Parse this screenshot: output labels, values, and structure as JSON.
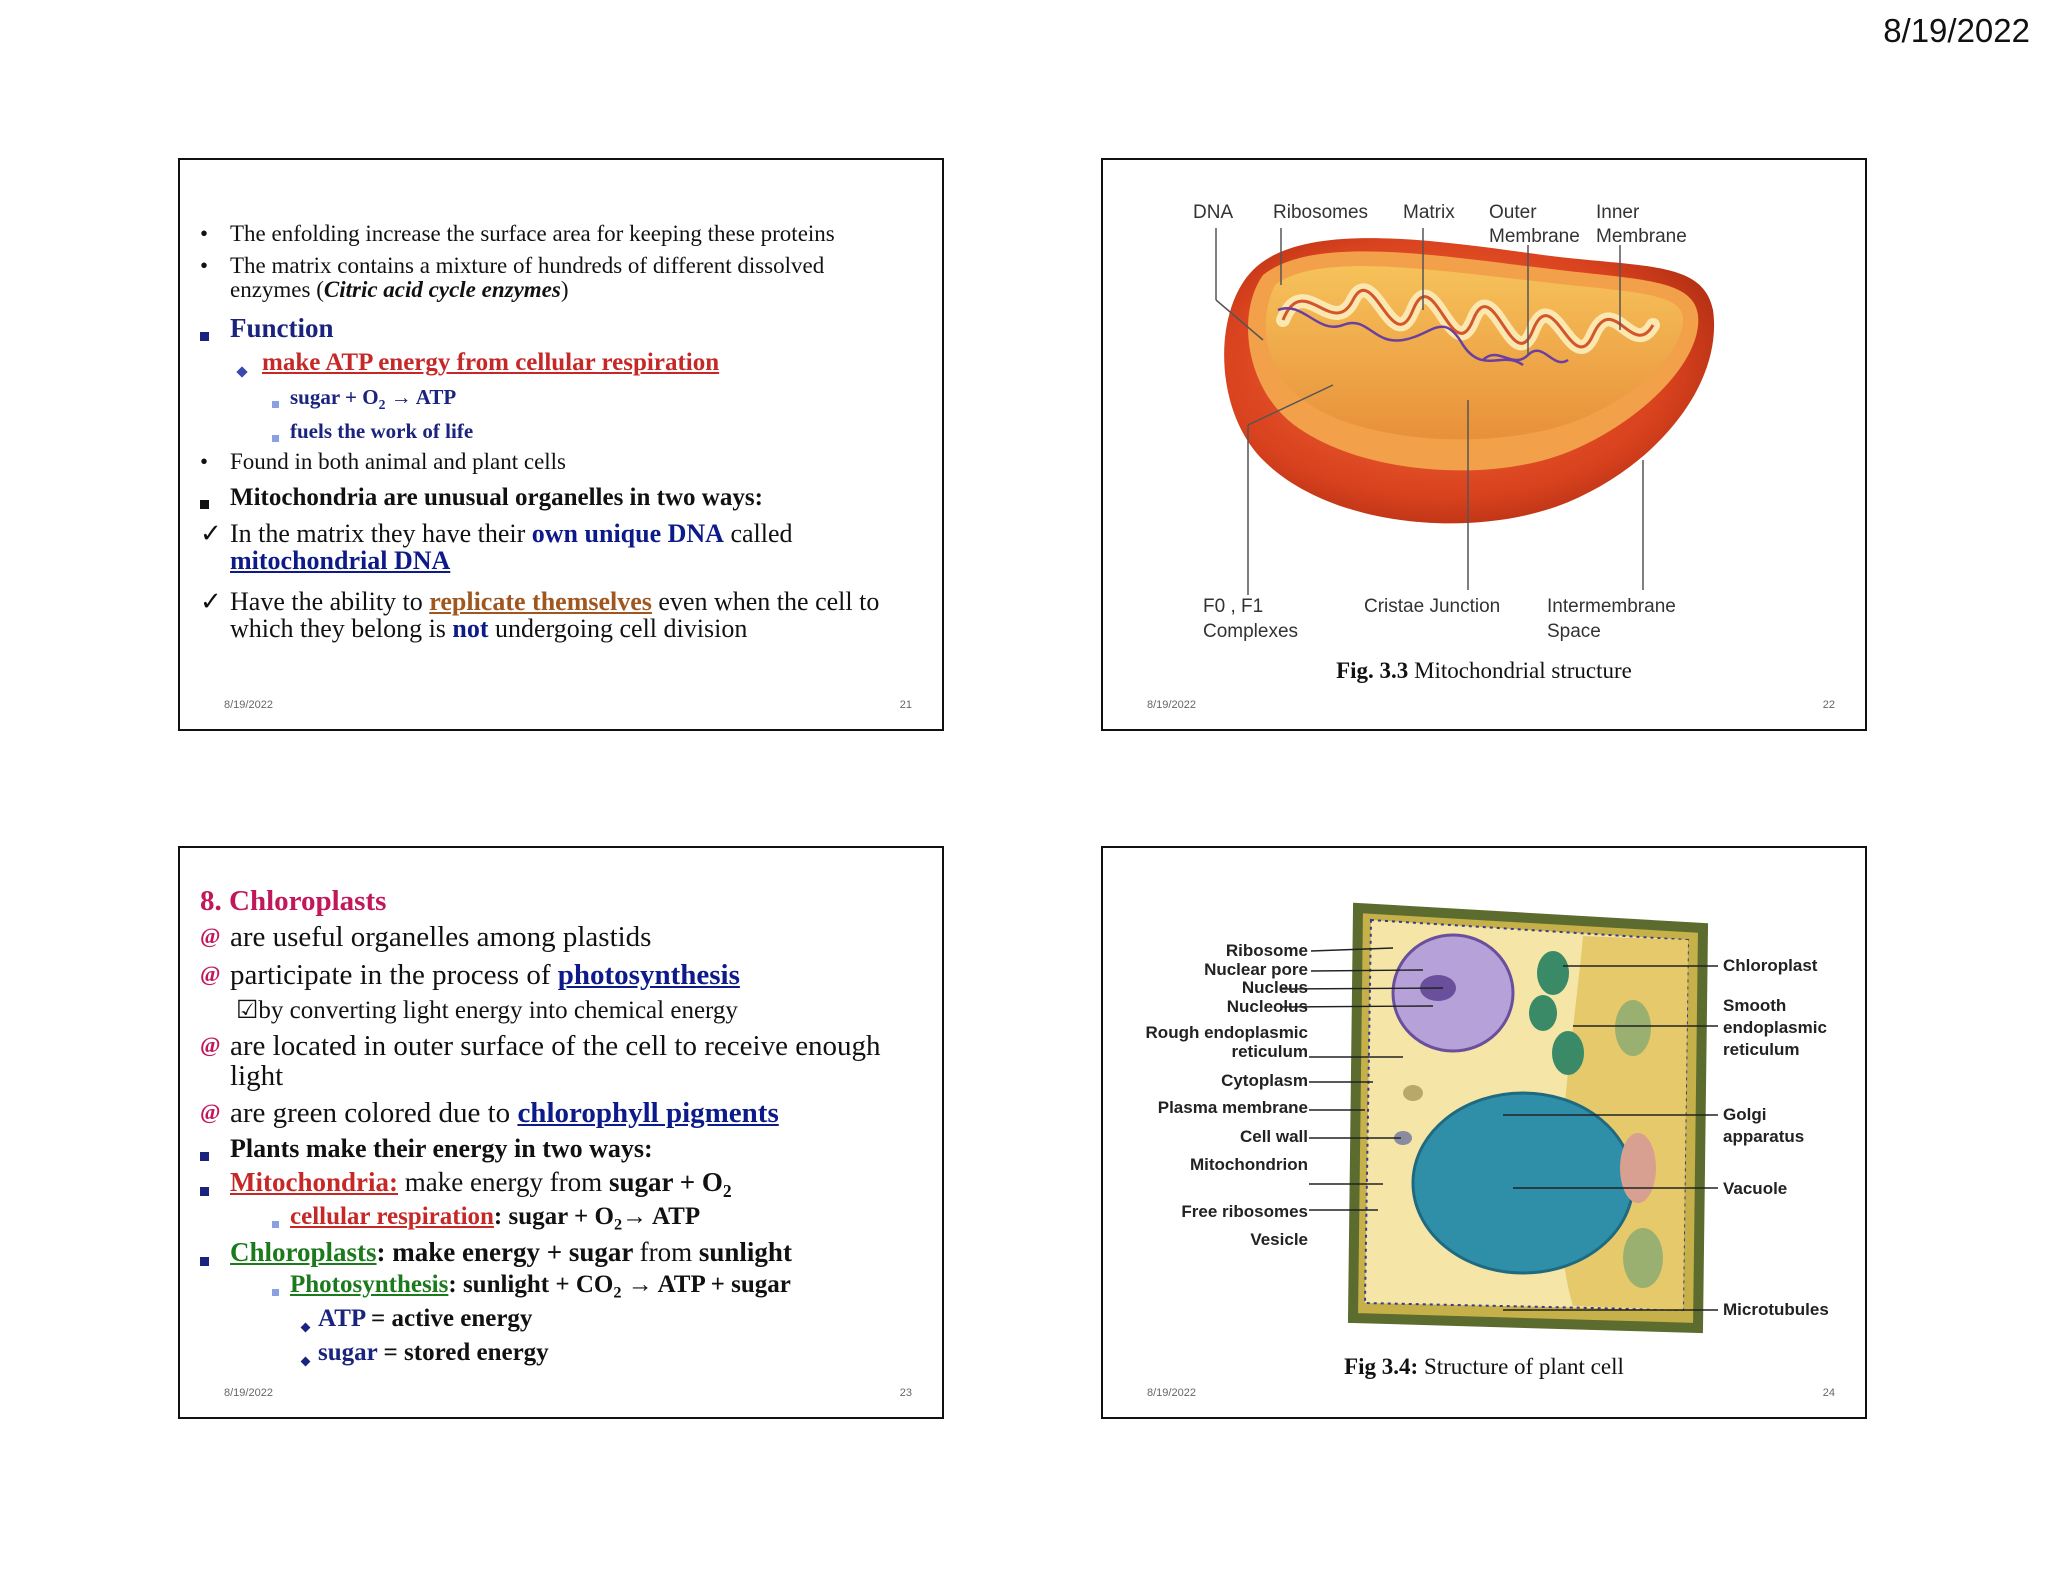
{
  "page_date": "8/19/2022",
  "slide21": {
    "foot_date": "8/19/2022",
    "num": "21",
    "l1": "The enfolding increase the surface area for keeping these proteins",
    "l2a": "The matrix contains a mixture of hundreds of different dissolved",
    "l2b": "enzymes (",
    "l2c": "Citric acid cycle enzymes",
    "l2d": ")",
    "function": "Function",
    "atp": "make ATP energy from cellular respiration",
    "sugar_a": "sugar + O",
    "sugar_sub": "2",
    "sugar_b": " → ATP",
    "fuels": "fuels the work of life",
    "found": "Found in both animal and plant cells",
    "unusual": "Mitochondria are unusual organelles in two ways:",
    "c1a": "In the matrix they have their ",
    "c1b": "own unique DNA",
    "c1c": " called",
    "c1d": "mitochondrial DNA",
    "c2a": "Have the ability to ",
    "c2b": "replicate themselves",
    "c2c": " even when the cell to",
    "c2d": "which they belong is ",
    "c2e": "not",
    "c2f": " undergoing cell division"
  },
  "slide22": {
    "foot_date": "8/19/2022",
    "num": "22",
    "labels": {
      "dna": "DNA",
      "ribosomes": "Ribosomes",
      "matrix": "Matrix",
      "outer1": "Outer",
      "outer2": "Membrane",
      "inner1": "Inner",
      "inner2": "Membrane",
      "f0a": "F0 , F1",
      "f0b": "Complexes",
      "cristae": "Cristae Junction",
      "inter1": "Intermembrane",
      "inter2": "Space"
    },
    "cap_bold": "Fig. 3.3",
    "cap_text": " Mitochondrial structure"
  },
  "slide23": {
    "foot_date": "8/19/2022",
    "num": "23",
    "title": "8. Chloroplasts",
    "b1": "are useful organelles among plastids",
    "b2a": "participate in the process of ",
    "b2b": "photosynthesis",
    "b3": "by converting light energy into chemical energy",
    "b4a": "are located in outer surface of the cell to receive enough",
    "b4b": "light",
    "b5a": "are green colored due to ",
    "b5b": "chlorophyll pigments",
    "plants": "Plants make their energy in two ways:",
    "mito": "Mitochondria:",
    "mito_a": " make energy from ",
    "mito_b": "sugar + O",
    "mito_sub": "2",
    "cr": "cellular respiration",
    "cr_a": ": sugar + O",
    "cr_sub": "2",
    "cr_b": "→ ATP",
    "chloro": "Chloroplasts",
    "chloro_a": ": make energy + sugar ",
    "chloro_b": "from",
    "chloro_c": " sunlight",
    "ps": "Photosynthesis",
    "ps_a": ": sunlight + CO",
    "ps_sub": "2",
    "ps_b": " → ATP + sugar",
    "atp_a": "ATP",
    "atp_b": " = active energy",
    "sug_a": "sugar",
    "sug_b": " = stored energy"
  },
  "slide24": {
    "foot_date": "8/19/2022",
    "num": "24",
    "left_labels": [
      "Ribosome",
      "Nuclear pore",
      "Nucleus",
      "Nucleolus",
      "Rough endoplasmic",
      "reticulum",
      "Cytoplasm",
      "Plasma membrane",
      "Cell wall",
      "Mitochondrion",
      "Free ribosomes",
      "Vesicle"
    ],
    "right_labels": [
      "Chloroplast",
      "Smooth",
      "endoplasmic",
      "reticulum",
      "Golgi",
      "apparatus",
      "Vacuole",
      "Microtubules"
    ],
    "cap_bold": "Fig 3.4:",
    "cap_text": " Structure of plant cell"
  }
}
